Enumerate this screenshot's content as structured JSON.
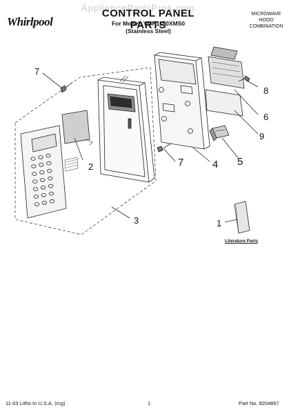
{
  "header": {
    "brand": "Whirlpool",
    "watermark": "AppliancePartsPros.com",
    "title": "CONTROL PANEL PARTS",
    "model_line": "For Model: YMH1150XMS0",
    "finish": "(Stainless Steel)",
    "category_lines": [
      "MICROWAVE",
      "HOOD",
      "COMBINATION"
    ]
  },
  "callouts": [
    "7",
    "2",
    "3",
    "8",
    "6",
    "9",
    "7",
    "4",
    "5",
    "1"
  ],
  "literature_label": "Literature Parts",
  "footer": {
    "print_info": "11-03 Litho In U.S.A. (rcg)",
    "page": "1",
    "part_no": "Part No. 8204867"
  }
}
